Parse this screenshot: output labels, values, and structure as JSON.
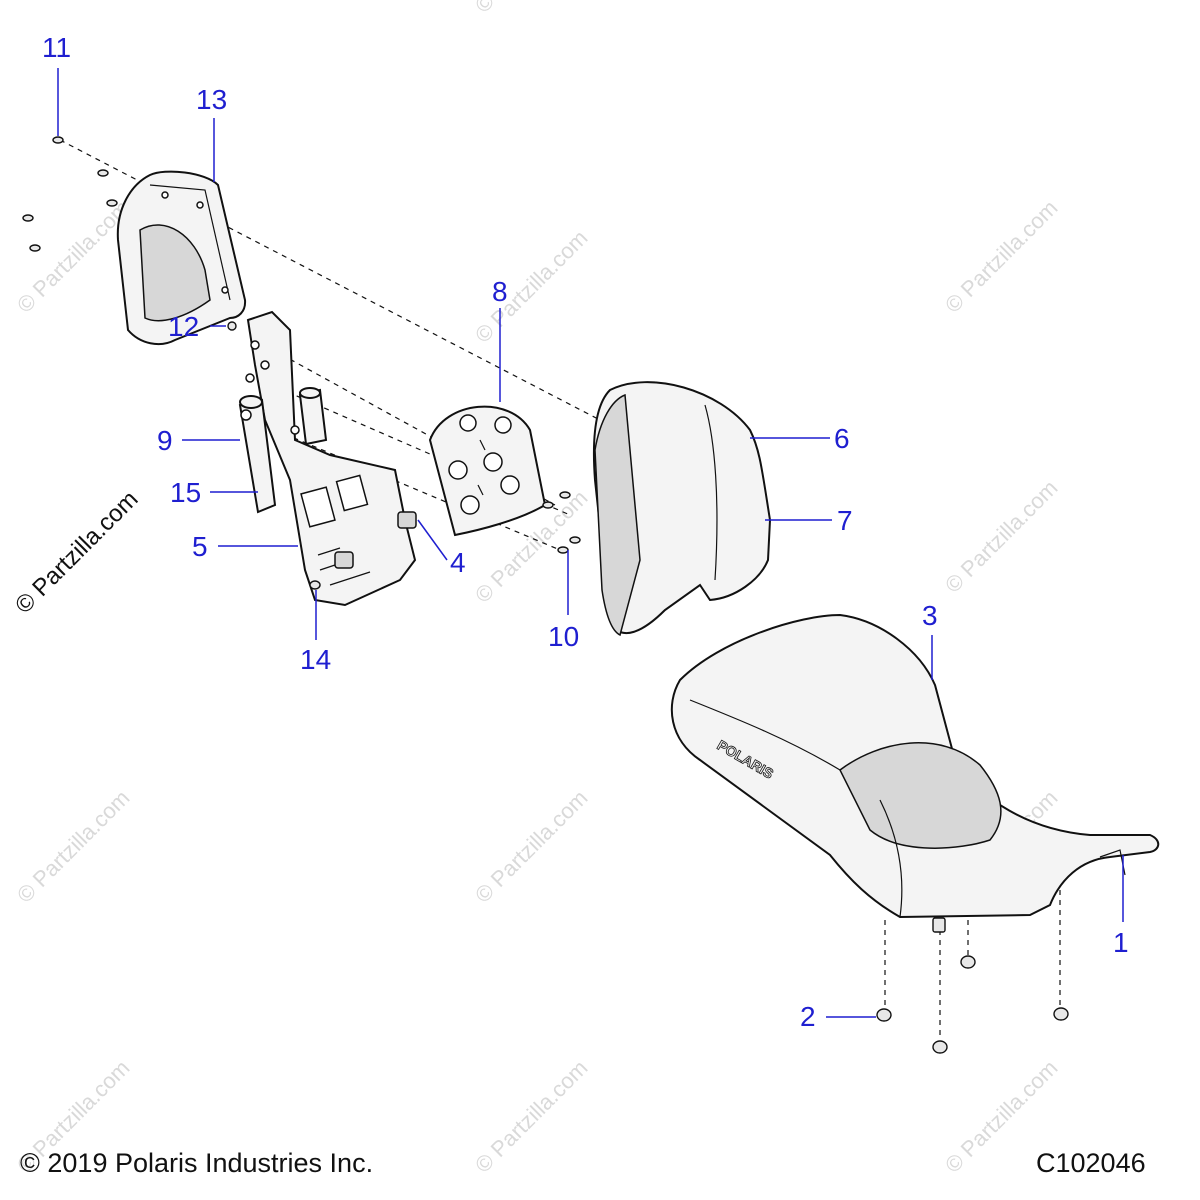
{
  "callouts": [
    "11",
    "13",
    "12",
    "8",
    "6",
    "9",
    "15",
    "7",
    "5",
    "4",
    "10",
    "14",
    "3",
    "1",
    "2"
  ],
  "seat_logo_text": "POLARIS",
  "watermarks": [
    "© Partzilla.com",
    "© Partzilla.com",
    "© Partzilla.com",
    "© Partzilla.com",
    "© Partzilla.com",
    "© Partzilla.com",
    "© Partzilla.com",
    "© Partzilla.com",
    "© Partzilla.com",
    "© Partzilla.com",
    "© Partzilla.com",
    "© Partzilla.com"
  ],
  "side_watermark": "© Partzilla.com",
  "footer": {
    "copyright": "© 2019 Polaris Industries Inc.",
    "diagram_code": "C102046"
  },
  "colors": {
    "callout_blue": "#1f1fd0",
    "line_art": "#111111",
    "watermark_gray": "#d9d9d9"
  }
}
